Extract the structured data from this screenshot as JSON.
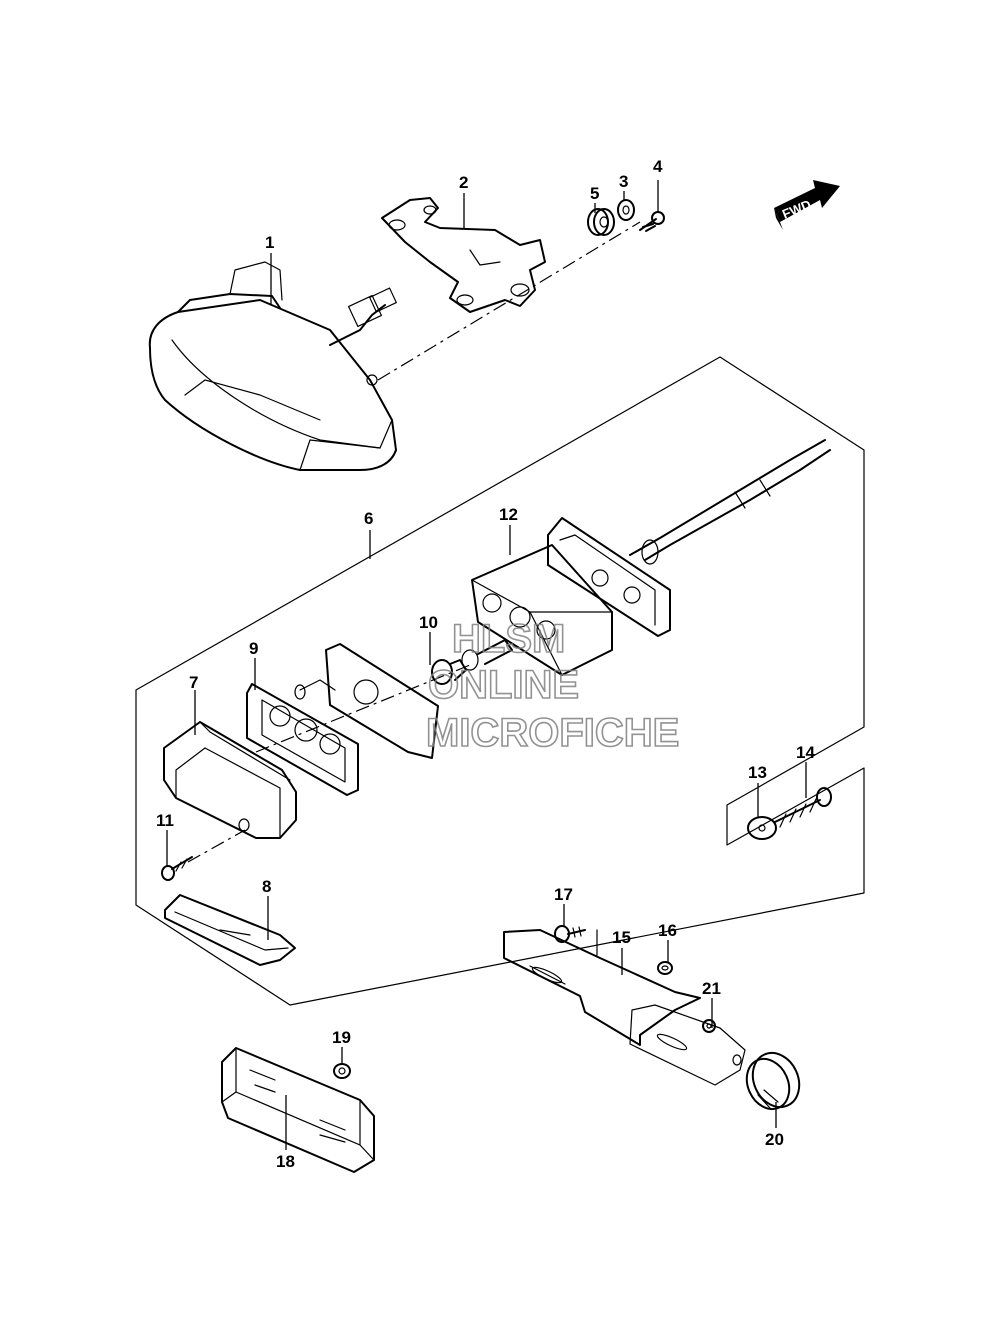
{
  "callouts": {
    "p1": "1",
    "p2": "2",
    "p3": "3",
    "p4": "4",
    "p5": "5",
    "p6": "6",
    "p7": "7",
    "p8": "8",
    "p9": "9",
    "p10": "10",
    "p11": "11",
    "p12": "12",
    "p13": "13",
    "p14": "14",
    "p15": "15",
    "p16": "16",
    "p17": "17",
    "p18": "18",
    "p19": "19",
    "p20": "20",
    "p21": "21"
  },
  "fwd_label": "FWD",
  "watermark": {
    "line1": "HLSM",
    "line2": "ONLINE",
    "line3": "MICROFICHE"
  }
}
